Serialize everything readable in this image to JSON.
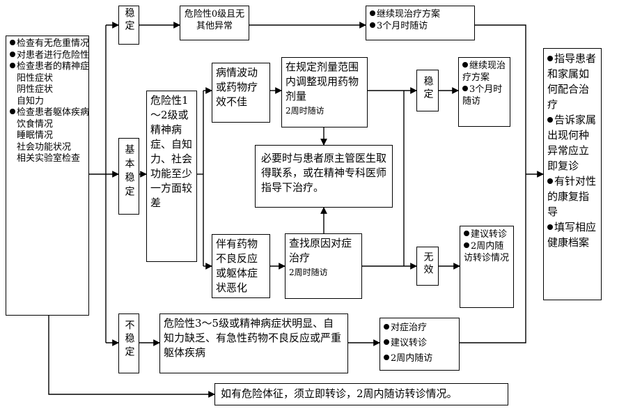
{
  "assessment": {
    "items": [
      {
        "text": "检查有无危重情况发生",
        "bullet": true
      },
      {
        "text": "对患者进行危险性评估",
        "bullet": true
      },
      {
        "text": "检查患者的精神症状",
        "bullet": true
      },
      {
        "text": "阳性症状",
        "bullet": false
      },
      {
        "text": "阴性症状",
        "bullet": false
      },
      {
        "text": "自知力",
        "bullet": false
      },
      {
        "text": "检查患者躯体疾病",
        "bullet": true
      },
      {
        "text": "饮食情况",
        "bullet": false
      },
      {
        "text": "睡眠情况",
        "bullet": false
      },
      {
        "text": "社会功能状况",
        "bullet": false
      },
      {
        "text": "相关实验室检查",
        "bullet": false
      }
    ]
  },
  "stable": {
    "label": "稳定",
    "condition": "危险性0级且无其他异常",
    "actions": [
      "继续现治疗方案",
      "3个月时随访"
    ]
  },
  "basic_stable": {
    "label": "基本稳定",
    "condition": "危险性1～2级或精神病症、自知力、社会功能至少一方面较差",
    "fluctuation": "病情波动或药物疗效不佳",
    "adjust": "在规定剂量范围内调整现用药物剂量",
    "adjust_followup": "2周时随访",
    "adverse": "伴有药物不良反应或躯体症状恶化",
    "investigate": "查找原因对症治疗",
    "investigate_followup": "2周时随访",
    "consult": "必要时与患者原主管医生取得联系，或在精神专科医师指导下治疗。",
    "result_stable": "稳定",
    "result_stable_actions": [
      "继续现治疗方案",
      "3个月时随访"
    ],
    "result_ineffective": "无效",
    "result_ineffective_actions": [
      "建议转诊",
      "2周内随访转诊情况"
    ]
  },
  "unstable": {
    "label": "不稳定",
    "condition": "危险性3～5级或精神病症状明显、自知力缺乏、有急性药物不良反应或严重躯体疾病",
    "actions": [
      "对症治疗",
      "建议转诊",
      "2周内随访"
    ]
  },
  "danger": {
    "text": "如有危险体征，须立即转诊，2周内随访转诊情况。"
  },
  "final": {
    "items": [
      "指导患者和家属如何配合治疗",
      "告诉家属出现何种异常应立即复诊",
      "有针对性的康复指导",
      "填写相应健康档案"
    ]
  }
}
